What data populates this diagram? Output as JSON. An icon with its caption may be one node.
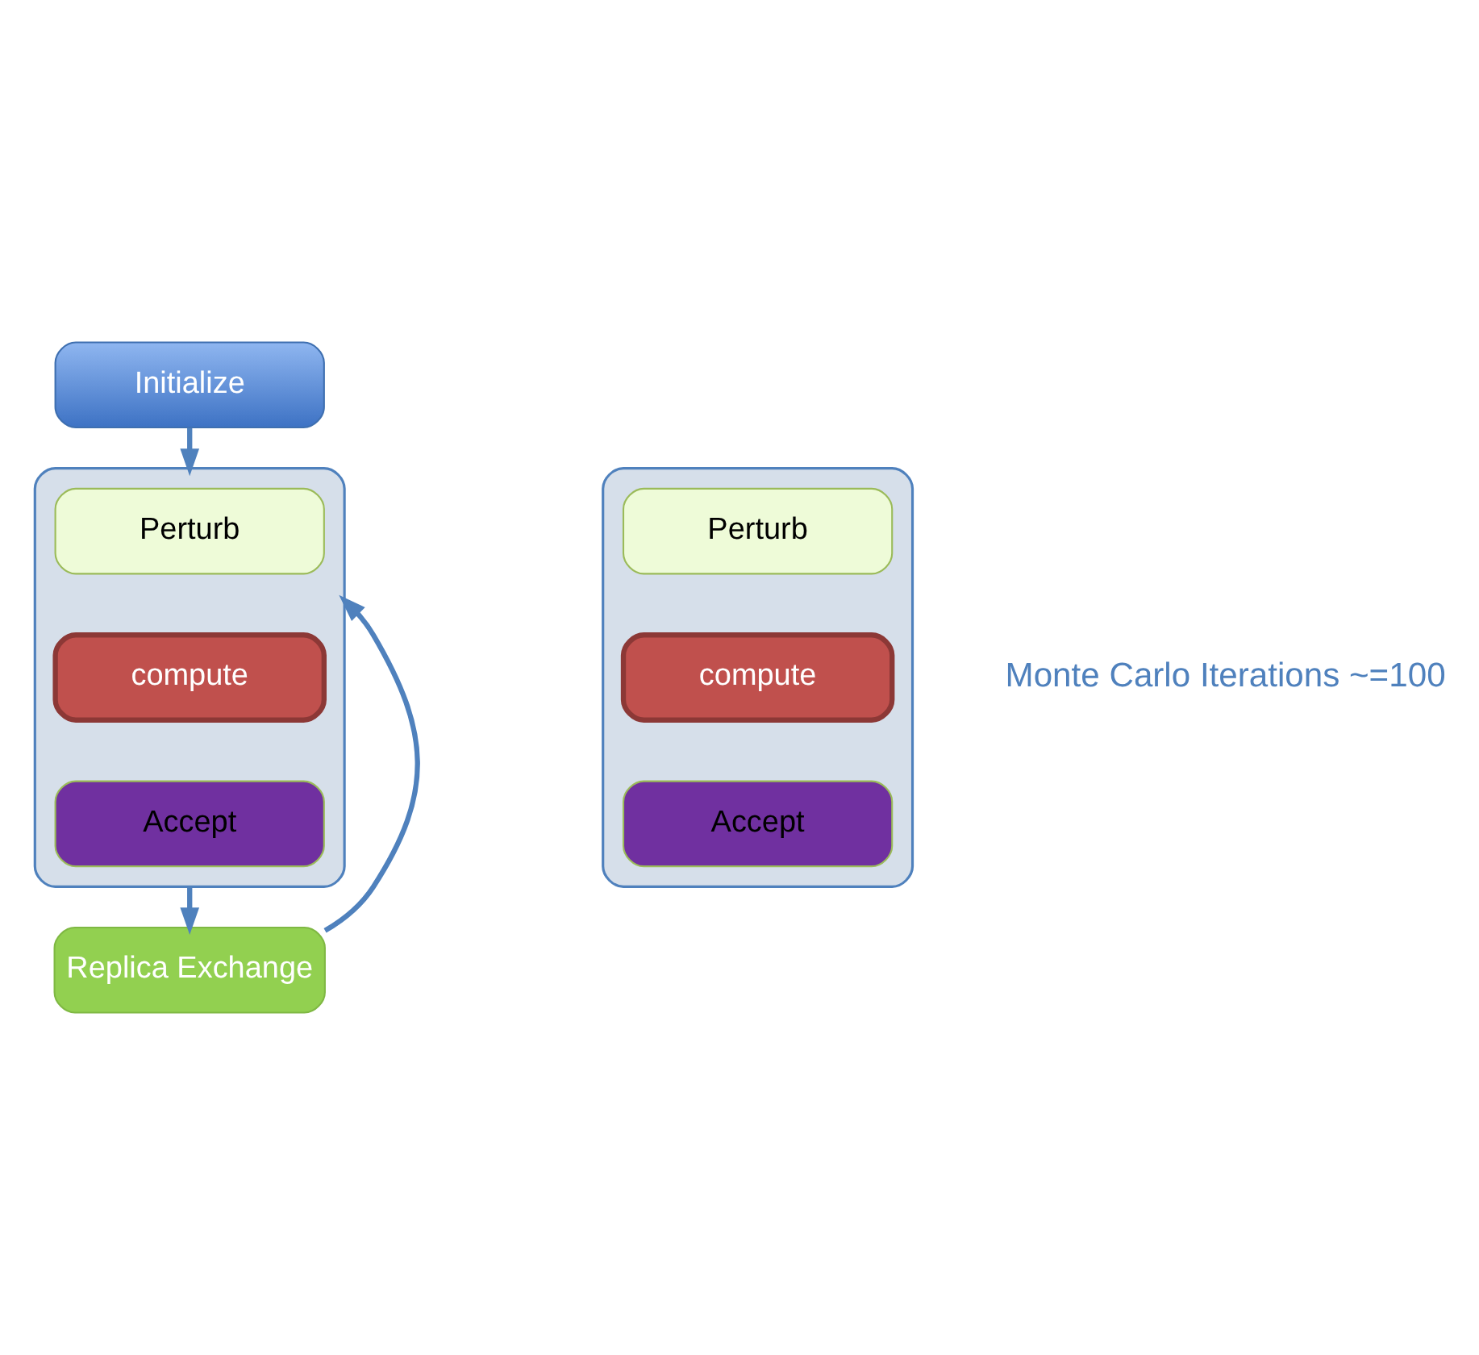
{
  "diagram": {
    "nodes": [
      {
        "text": [
          "Initialize"
        ]
      },
      {
        "text": [],
        "shape": "box"
      },
      {
        "text": [
          "Perturb"
        ],
        "in": 1
      },
      {
        "text": [
          "compute"
        ],
        "in": 1
      },
      {
        "text": [
          "Accept"
        ],
        "in": 1
      },
      {
        "text": [],
        "shape": "box"
      },
      {
        "text": [
          "Perturb"
        ],
        "in": 5
      },
      {
        "text": [
          "compute"
        ],
        "in": 5
      },
      {
        "text": [
          "Accept"
        ],
        "in": 5
      },
      {
        "text": [
          "Replica Exchange"
        ]
      }
    ],
    "edges": [
      {
        "from": 0,
        "to": 5,
        "arrow": "to"
      },
      {
        "from": 5,
        "to": 9,
        "arrow": "to"
      },
      {
        "from": 9,
        "to": 5,
        "arrow": "to"
      }
    ],
    "labels": [
      "Monte Carlo Iterations ~=100"
    ]
  }
}
